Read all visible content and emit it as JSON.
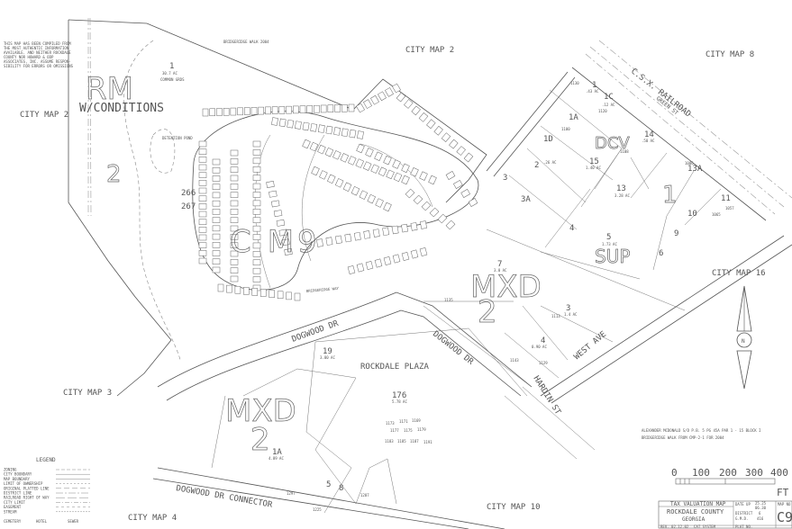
{
  "map": {
    "note": [
      "THIS MAP HAS BEEN COMPILED FROM",
      "THE MOST AUTHENTIC INFORMATION",
      "AVAILABLE. AND NEITHER ROCKDALE",
      "COUNTY NOR HOWARD & ODP",
      "ASSOCIATES, INC. ASSUME RESPON-",
      "SIBILITY FOR ERRORS OR OMISSIONS"
    ],
    "adjacent_maps": {
      "top": "CITY MAP 2",
      "top_right": "CITY MAP 8",
      "left": "CITY MAP 2",
      "right": "CITY MAP 16",
      "lower_left": "CITY MAP 3",
      "bottom": "CITY MAP 10",
      "bottom_left": "CITY MAP 4"
    },
    "subdivision_top": "BRIDGERIDGE WALK 2004",
    "zones": {
      "rm": "RM",
      "rm_cond": "W/CONDITIONS",
      "rm_num": "2",
      "cm": "CM",
      "cm_num": "9",
      "mxd_a": "MXD",
      "mxd_a_num": "2",
      "mxd_b": "MXD",
      "mxd_b_num": "2",
      "dcv": "DCV",
      "dcv_num": "1",
      "sup": "SUP"
    },
    "parcels": [
      {
        "id": "1",
        "area": "30.7 AC",
        "note": "COMMON GRDS"
      },
      {
        "id": "266"
      },
      {
        "id": "267"
      },
      {
        "id": "7",
        "area": "3.0 AC"
      },
      {
        "id": "3",
        "area": "1.4 AC"
      },
      {
        "id": "4",
        "area": "0.90 AC"
      },
      {
        "id": "19",
        "area": "3.00 AC"
      },
      {
        "id": "176",
        "area": "5.78 AC"
      },
      {
        "id": "1A",
        "area": "4.89 AC"
      },
      {
        "id": "5"
      },
      {
        "id": "8"
      },
      {
        "id": "1",
        "area": ".43 AC"
      },
      {
        "id": "1C",
        "area": ".12 AC"
      },
      {
        "id": "1A"
      },
      {
        "id": "1D"
      },
      {
        "id": "2",
        "area": ".26 AC"
      },
      {
        "id": "3"
      },
      {
        "id": "3A"
      },
      {
        "id": "15",
        "area": "1.40 AC"
      },
      {
        "id": "14",
        "area": ".50 AC"
      },
      {
        "id": "13",
        "area": "3.28 AC"
      },
      {
        "id": "13A"
      },
      {
        "id": "11"
      },
      {
        "id": "10"
      },
      {
        "id": "9"
      },
      {
        "id": "6"
      },
      {
        "id": "4"
      },
      {
        "id": "5",
        "area": "1.73 AC"
      }
    ],
    "addresses": [
      "1135",
      "1113",
      "1129",
      "1143",
      "1173",
      "1171",
      "1169",
      "1177",
      "1175",
      "1179",
      "1183",
      "1185",
      "1187",
      "1191",
      "1297",
      "1225",
      "1207",
      "1130",
      "1120",
      "1100",
      "1108",
      "1086",
      "1057",
      "1065"
    ],
    "streets": {
      "dogwood": "DOGWOOD DR",
      "dogwood2": "DOGWOOD DR",
      "connector": "DOGWOOD DR CONNECTOR",
      "west_ave": "WEST AVE",
      "hardin": "HARDIN ST",
      "railroad": "C.S.X. RAILROAD",
      "green": "GREEN ST",
      "ridge": "BRIDGERIDGE WAY",
      "detention": "DETENTION POND",
      "plaza": "ROCKDALE PLAZA"
    },
    "plat_note": [
      "ALEXANDER MCDONALD S/D  P.B. 5  PG 45A PAR 1 - 15 BLOCK I",
      "BRIDGERIDGE WALK FROM CMP-2-1 FOR 2004"
    ],
    "north_label": "N"
  },
  "legend": {
    "title": "LEGEND",
    "items": [
      "ZONING",
      "CITY BOUNDARY",
      "MAP BOUNDARY",
      "LIMIT OF OWNERSHIP",
      "ORIGINAL PLATTED LINE",
      "DISTRICT LINE",
      "RAILROAD RIGHT OF WAY",
      "CITY LIMIT",
      "EASEMENT",
      "STREAM"
    ],
    "symbols": [
      "CEMETERY",
      "HOTEL",
      "SEWER"
    ]
  },
  "scale": {
    "ticks": [
      "0",
      "100",
      "200",
      "300",
      "400"
    ],
    "unit": "FT"
  },
  "title_block": {
    "title": "TAX VALUATION MAP",
    "county": "ROCKDALE COUNTY",
    "state": "GEORGIA",
    "date_up_label": "DATE UP",
    "date_up": "25.25",
    "date_2": "06.30",
    "district_label": "DISTRICT",
    "district": "6",
    "gmd_label": "G.M.D.",
    "gmd": "416",
    "map_no_label": "MAP NO",
    "map_no": "C9",
    "footer": [
      "REV. 02.12.02",
      "CAT SYSTEM",
      "PLAT NO."
    ]
  }
}
